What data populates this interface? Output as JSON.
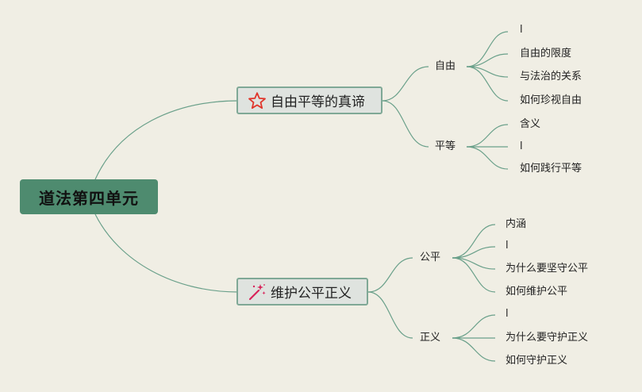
{
  "root": {
    "label": "道法第四单元"
  },
  "branches": [
    {
      "label": "自由平等的真谛",
      "icon": "star-icon",
      "topics": [
        {
          "label": "自由",
          "items": [
            "l",
            "自由的限度",
            "与法治的关系",
            "如何珍视自由"
          ]
        },
        {
          "label": "平等",
          "items": [
            "含义",
            "l",
            "如何践行平等"
          ]
        }
      ]
    },
    {
      "label": "维护公平正义",
      "icon": "magic-wand-icon",
      "topics": [
        {
          "label": "公平",
          "items": [
            "内涵",
            "l",
            "为什么要坚守公平",
            "如何维护公平"
          ]
        },
        {
          "label": "正义",
          "items": [
            "l",
            "为什么要守护正义",
            "如何守护正义"
          ]
        }
      ]
    }
  ],
  "colors": {
    "background": "#f0eee4",
    "root_fill": "#4e8b6f",
    "branch_fill": "#dfe3df",
    "branch_border": "#7fa896",
    "connector": "#6aa08a",
    "star_icon": "#e0362c",
    "wand_icon": "#d8245a"
  }
}
